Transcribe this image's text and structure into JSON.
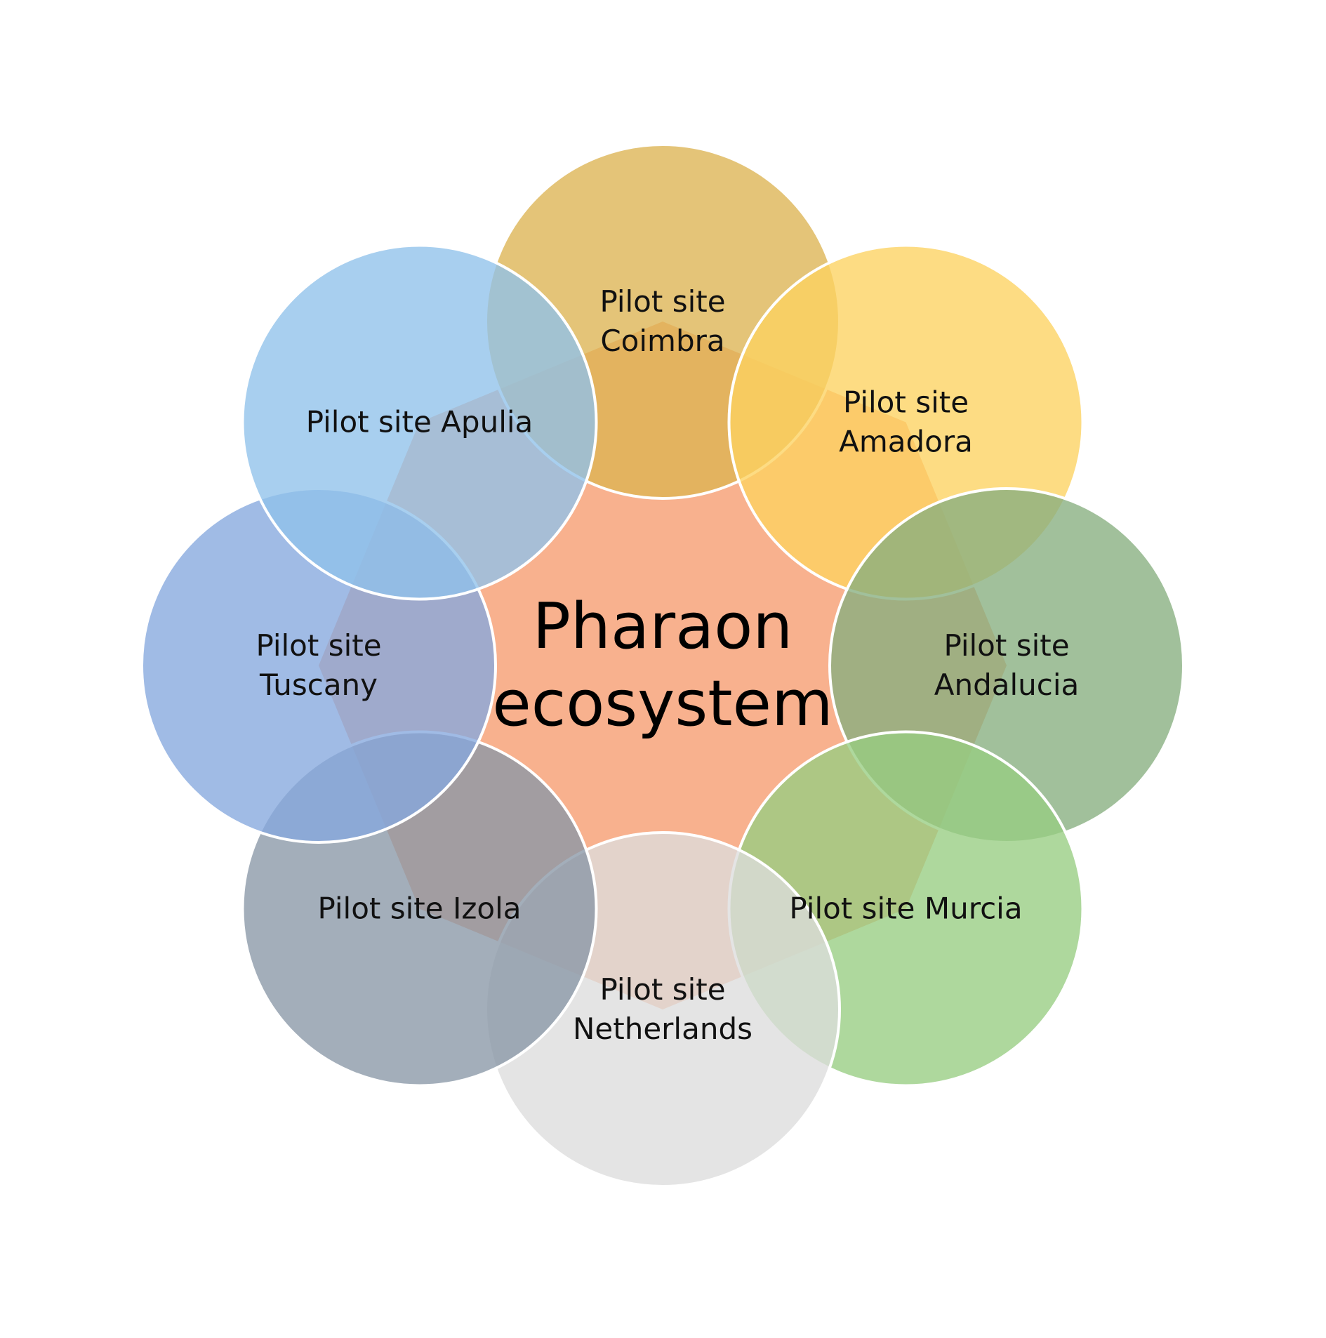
{
  "center": {
    "lines": [
      "Pharaon",
      "ecosystem"
    ],
    "color": "#F8B18E"
  },
  "sites": [
    {
      "id": "coimbra",
      "lines": [
        "Pilot site",
        "Coimbra"
      ],
      "color": "#DDB452"
    },
    {
      "id": "amadora",
      "lines": [
        "Pilot site",
        "Amadora"
      ],
      "color": "#FCD260"
    },
    {
      "id": "andalucia",
      "lines": [
        "Pilot site",
        "Andalucia"
      ],
      "color": "#87AE7F"
    },
    {
      "id": "murcia",
      "lines": [
        "Pilot site Murcia"
      ],
      "color": "#97CD82"
    },
    {
      "id": "netherlands",
      "lines": [
        "Pilot site",
        "Netherlands"
      ],
      "color": "#DDDDDD"
    },
    {
      "id": "izola",
      "lines": [
        "Pilot site Izola"
      ],
      "color": "#8997A6"
    },
    {
      "id": "tuscany",
      "lines": [
        "Pilot site",
        "Tuscany"
      ],
      "color": "#85A8DE"
    },
    {
      "id": "apulia",
      "lines": [
        "Pilot site Apulia"
      ],
      "color": "#90C2EA"
    }
  ]
}
